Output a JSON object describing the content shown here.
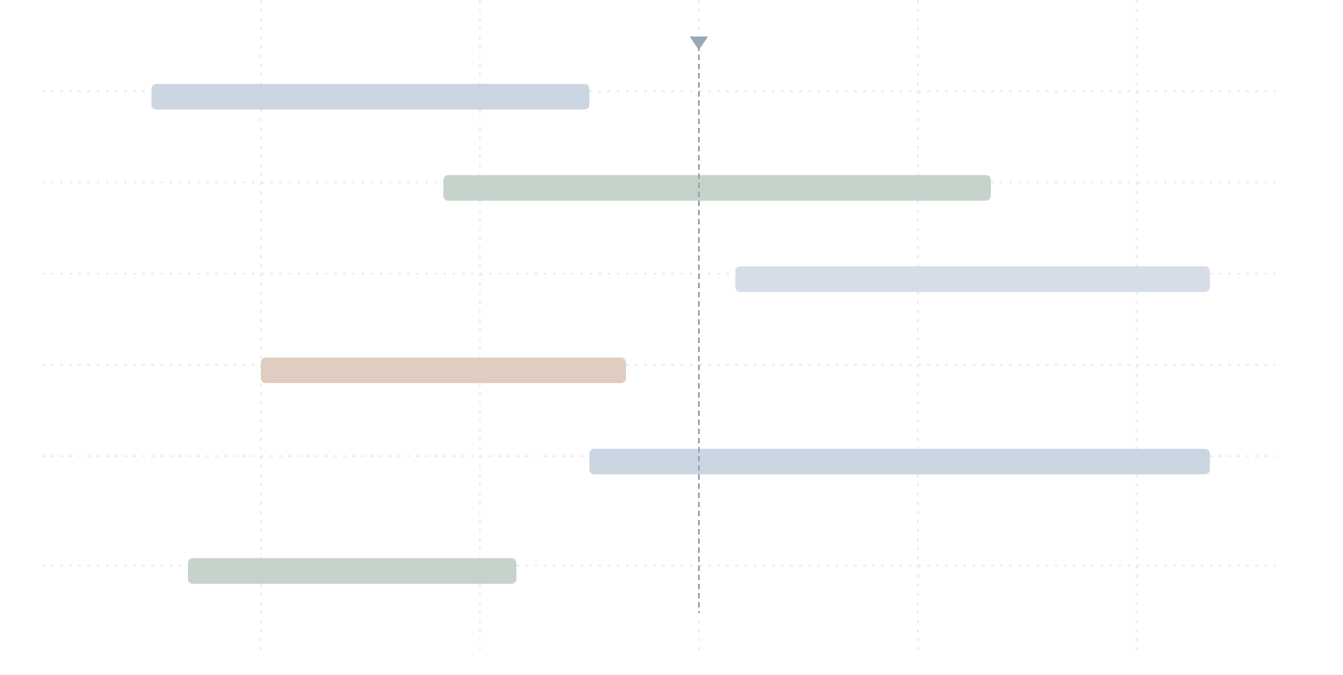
{
  "chart_data": {
    "type": "gantt",
    "title": "",
    "xlabel": "",
    "ylabel": "",
    "grid": true,
    "legend": "none",
    "x_range": [
      -6,
      28
    ],
    "gridline_x": [
      0,
      6,
      12,
      18,
      24
    ],
    "today_marker": 12,
    "rows": [
      {
        "start": -3,
        "end": 9,
        "color": "#cbd6e2"
      },
      {
        "start": 5,
        "end": 20,
        "color": "#c6d3cb"
      },
      {
        "start": 13,
        "end": 26,
        "color": "#d6dde9"
      },
      {
        "start": 0,
        "end": 10,
        "color": "#e0ccc0"
      },
      {
        "start": 9,
        "end": 26,
        "color": "#cbd6e2"
      },
      {
        "start": -2,
        "end": 7,
        "color": "#c6d3cb"
      }
    ]
  },
  "colors": {
    "grid": "#e3e6ea",
    "marker": "#9aa7b6",
    "background": "#ffffff"
  }
}
